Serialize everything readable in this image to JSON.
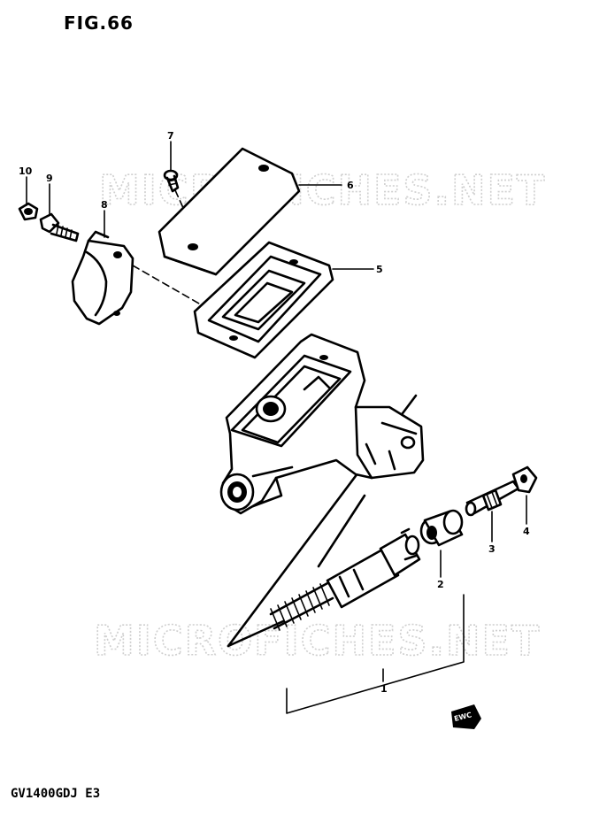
{
  "figure": {
    "title": "FIG.66",
    "model_code": "GV1400GDJ  E3",
    "watermark": "MICROFICHES.NET"
  },
  "callouts": [
    {
      "id": "1",
      "text": "1"
    },
    {
      "id": "2",
      "text": "2"
    },
    {
      "id": "3",
      "text": "3"
    },
    {
      "id": "4",
      "text": "4"
    },
    {
      "id": "5",
      "text": "5"
    },
    {
      "id": "6",
      "text": "6"
    },
    {
      "id": "7",
      "text": "7"
    },
    {
      "id": "8",
      "text": "8"
    },
    {
      "id": "9",
      "text": "9"
    },
    {
      "id": "10",
      "text": "10"
    }
  ],
  "badge": {
    "text": "EWC"
  }
}
